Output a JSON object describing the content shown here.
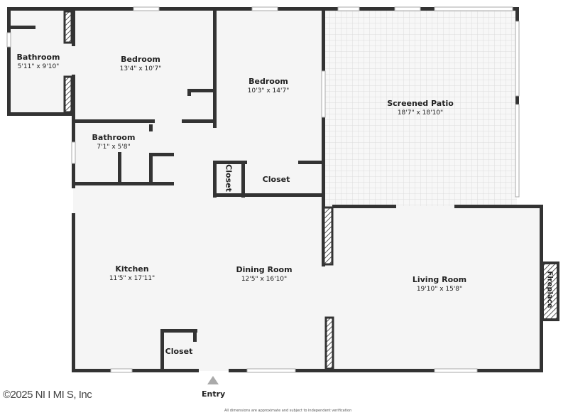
{
  "rooms": [
    {
      "name": "Bathroom",
      "dims": "5'11\" x 9'10\""
    },
    {
      "name": "Bedroom",
      "dims": "13'4\" x 10'7\""
    },
    {
      "name": "Bedroom",
      "dims": "10'3\" x 14'7\""
    },
    {
      "name": "Screened Patio",
      "dims": "18'7\" x 18'10\""
    },
    {
      "name": "Bathroom",
      "dims": "7'1\" x 5'8\""
    },
    {
      "name": "Closet"
    },
    {
      "name": "Closet"
    },
    {
      "name": "Kitchen",
      "dims": "11'5\" x 17'11\""
    },
    {
      "name": "Dining Room",
      "dims": "12'5\" x 16'10\""
    },
    {
      "name": "Living Room",
      "dims": "19'10\" x 15'8\""
    },
    {
      "name": "Fireplace"
    },
    {
      "name": "Closet"
    }
  ],
  "entry_label": "Entry",
  "copyright": "©2025 NI I MI S, Inc",
  "disclaimer": "All dimensions are approximate and subject to independent verification",
  "colors": {
    "wall": "#333333",
    "floor": "#f5f5f5",
    "patio_grid": "#dcdcdc",
    "entry_arrow": "#aaaaaa"
  }
}
